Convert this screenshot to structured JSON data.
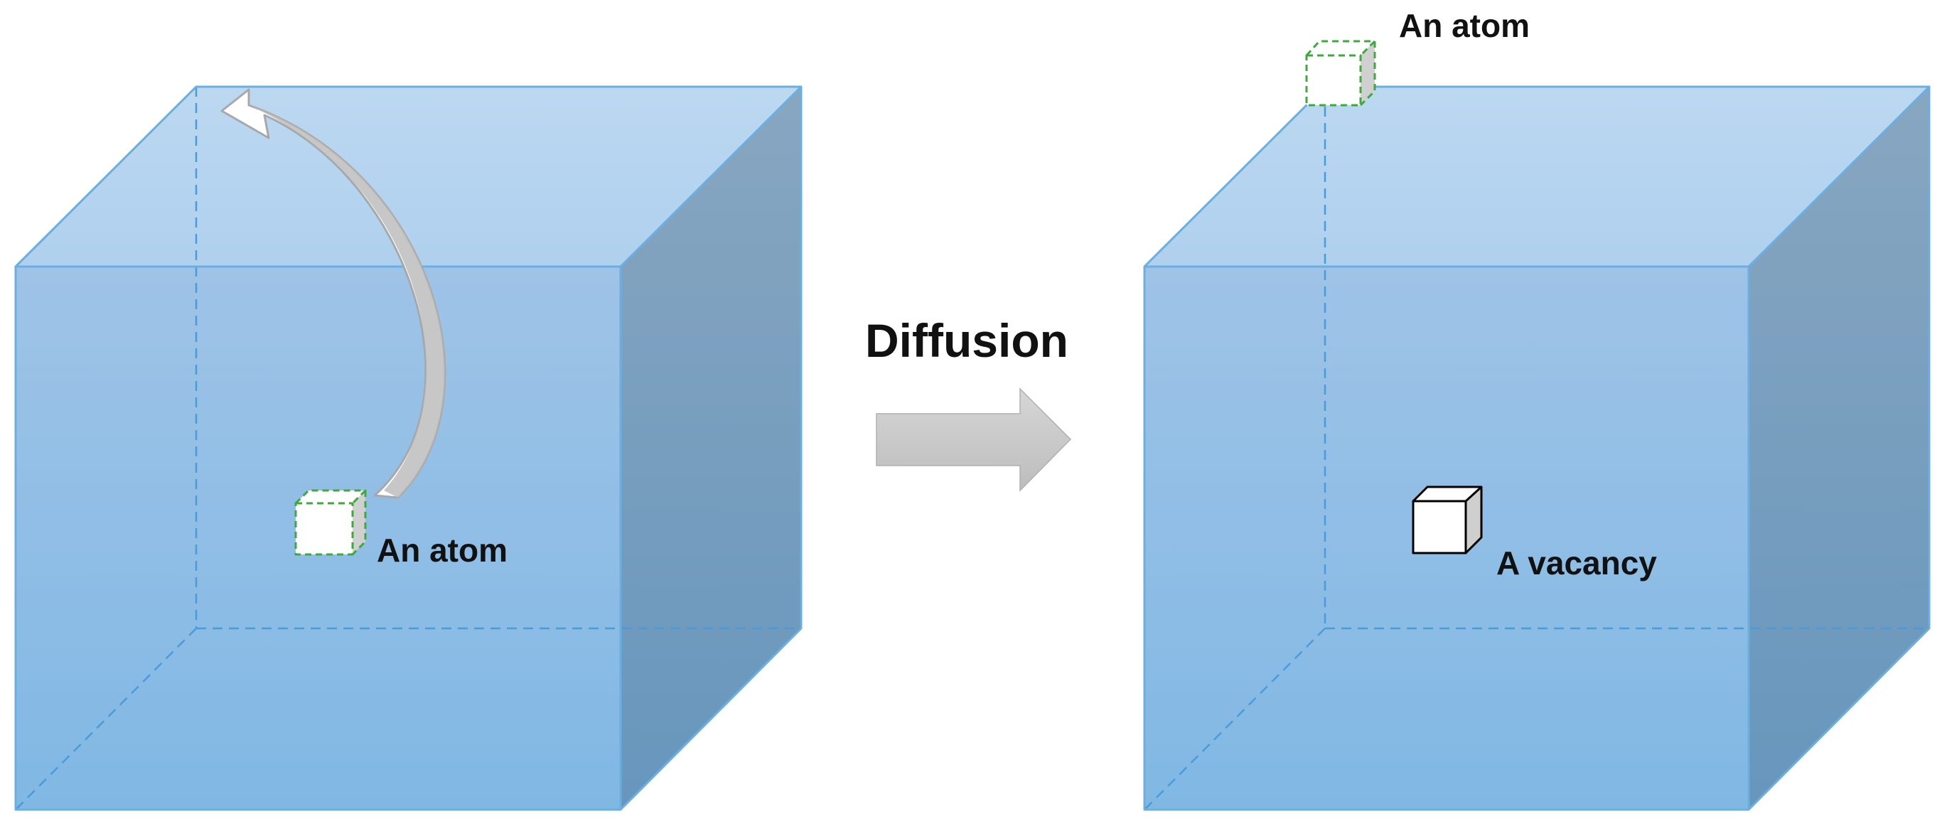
{
  "title": "Diffusion",
  "left_panel": {
    "atom_label": "An atom"
  },
  "right_panel": {
    "atom_label": "An atom",
    "vacancy_label": "A vacancy"
  },
  "colors": {
    "front_face_top": "#9FC3E7",
    "front_face_bottom": "#80B8E4",
    "top_face": "#B9D6F0",
    "side_face_top": "#88A6C0",
    "side_face_bottom": "#6B97BC",
    "cube_edge": "#6BAFE0",
    "dashed_edge": "#4A9BD8",
    "atom_outline": "#3DAA3D",
    "vacancy_outline": "#000000",
    "arrow_fill": "#C8C8C8",
    "arrow_stroke": "#AAAAAA"
  },
  "icons": {
    "jump_arrow": "curved-arrow-icon",
    "process_arrow": "right-arrow-icon"
  }
}
